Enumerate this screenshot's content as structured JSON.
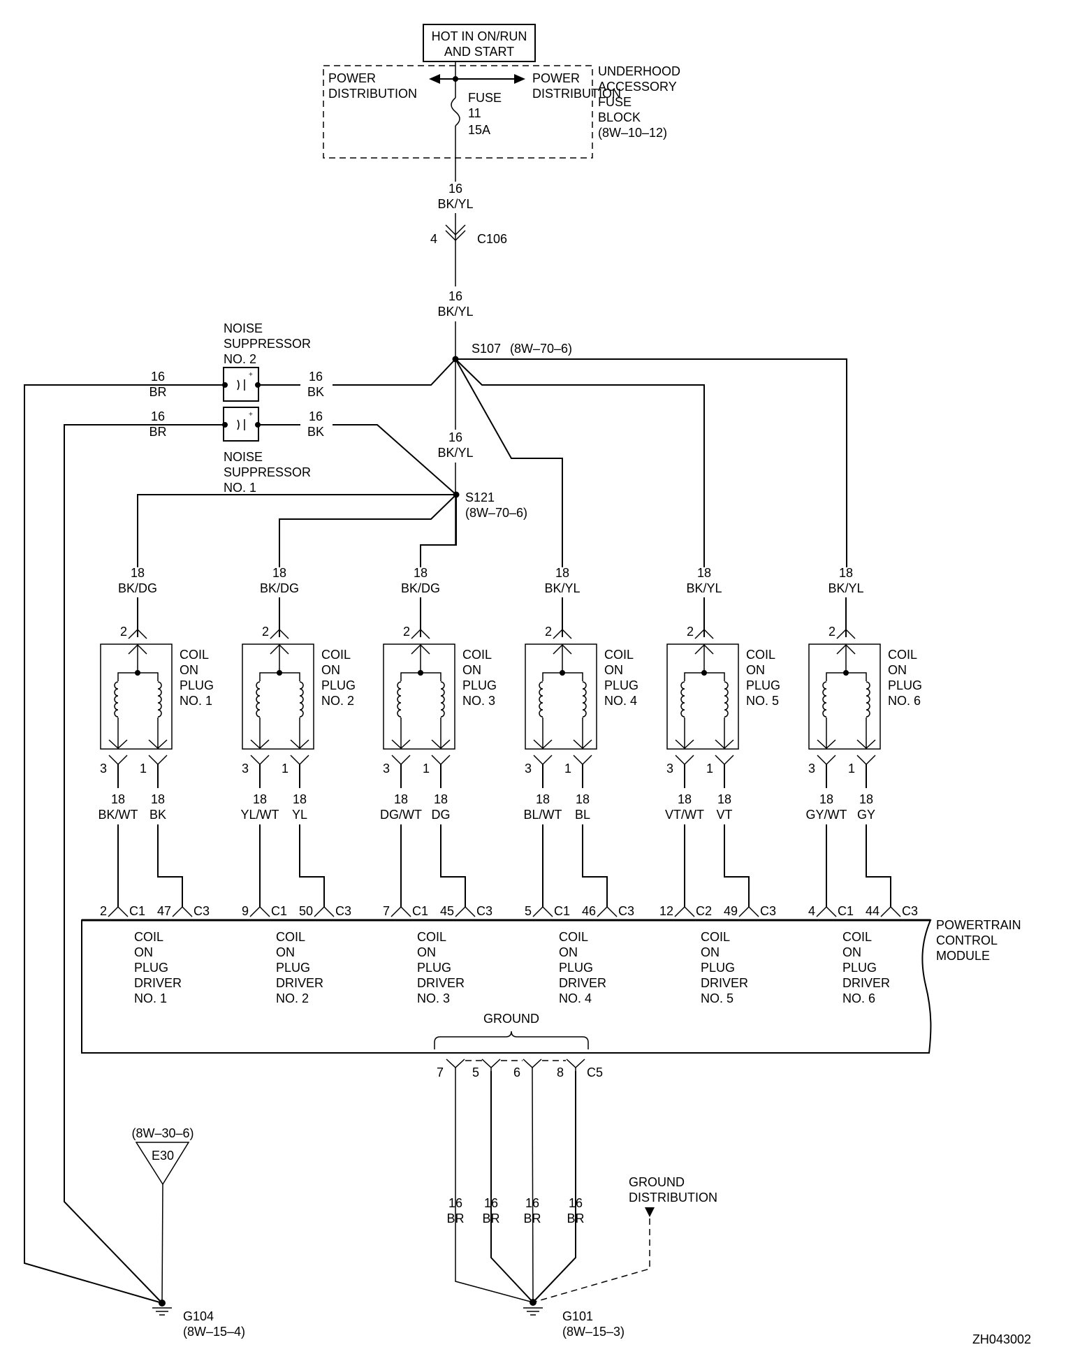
{
  "header": {
    "hot_label_line1": "HOT IN ON/RUN",
    "hot_label_line2": "AND START"
  },
  "fuse_block": {
    "left_label_1": "POWER",
    "left_label_2": "DISTRIBUTION",
    "right_label_1": "POWER",
    "right_label_2": "DISTRIBUTION",
    "fuse_label": "FUSE",
    "fuse_number": "11",
    "fuse_rating": "15A",
    "name_lines": [
      "UNDERHOOD",
      "ACCESSORY",
      "FUSE",
      "BLOCK",
      "(8W–10–12)"
    ]
  },
  "feed_wire_1": {
    "gauge": "16",
    "color": "BK/YL"
  },
  "connector_c106": {
    "pin": "4",
    "name": "C106"
  },
  "feed_wire_2": {
    "gauge": "16",
    "color": "BK/YL"
  },
  "splice_s107": {
    "name": "S107",
    "ref": "(8W–70–6)"
  },
  "splice_s121": {
    "name": "S121",
    "ref": "(8W–70–6)"
  },
  "s107_to_s121_wire": {
    "gauge": "16",
    "color": "BK/YL"
  },
  "noise_suppressors": [
    {
      "name_lines": [
        "NOISE",
        "SUPPRESSOR",
        "NO. 2"
      ],
      "left_gauge": "16",
      "left_color": "BR",
      "right_gauge": "16",
      "right_color": "BK"
    },
    {
      "name_lines": [
        "NOISE",
        "SUPPRESSOR",
        "NO. 1"
      ],
      "left_gauge": "16",
      "left_color": "BR",
      "right_gauge": "16",
      "right_color": "BK"
    }
  ],
  "coils": [
    {
      "name_lines": [
        "COIL",
        "ON",
        "PLUG",
        "NO. 1"
      ],
      "in_gauge": "18",
      "in_color": "BK/DG",
      "in_pin": "2",
      "out_a_pin": "3",
      "out_b_pin": "1",
      "out_a_gauge": "18",
      "out_a_color": "BK/WT",
      "out_b_gauge": "18",
      "out_b_color": "BK",
      "pcm_a_pin": "2",
      "pcm_a_conn": "C1",
      "pcm_b_pin": "47",
      "pcm_b_conn": "C3",
      "driver_lines": [
        "COIL",
        "ON",
        "PLUG",
        "DRIVER",
        "NO. 1"
      ]
    },
    {
      "name_lines": [
        "COIL",
        "ON",
        "PLUG",
        "NO. 2"
      ],
      "in_gauge": "18",
      "in_color": "BK/DG",
      "in_pin": "2",
      "out_a_pin": "3",
      "out_b_pin": "1",
      "out_a_gauge": "18",
      "out_a_color": "YL/WT",
      "out_b_gauge": "18",
      "out_b_color": "YL",
      "pcm_a_pin": "9",
      "pcm_a_conn": "C1",
      "pcm_b_pin": "50",
      "pcm_b_conn": "C3",
      "driver_lines": [
        "COIL",
        "ON",
        "PLUG",
        "DRIVER",
        "NO. 2"
      ]
    },
    {
      "name_lines": [
        "COIL",
        "ON",
        "PLUG",
        "NO. 3"
      ],
      "in_gauge": "18",
      "in_color": "BK/DG",
      "in_pin": "2",
      "out_a_pin": "3",
      "out_b_pin": "1",
      "out_a_gauge": "18",
      "out_a_color": "DG/WT",
      "out_b_gauge": "18",
      "out_b_color": "DG",
      "pcm_a_pin": "7",
      "pcm_a_conn": "C1",
      "pcm_b_pin": "45",
      "pcm_b_conn": "C3",
      "driver_lines": [
        "COIL",
        "ON",
        "PLUG",
        "DRIVER",
        "NO. 3"
      ]
    },
    {
      "name_lines": [
        "COIL",
        "ON",
        "PLUG",
        "NO. 4"
      ],
      "in_gauge": "18",
      "in_color": "BK/YL",
      "in_pin": "2",
      "out_a_pin": "3",
      "out_b_pin": "1",
      "out_a_gauge": "18",
      "out_a_color": "BL/WT",
      "out_b_gauge": "18",
      "out_b_color": "BL",
      "pcm_a_pin": "5",
      "pcm_a_conn": "C1",
      "pcm_b_pin": "46",
      "pcm_b_conn": "C3",
      "driver_lines": [
        "COIL",
        "ON",
        "PLUG",
        "DRIVER",
        "NO. 4"
      ]
    },
    {
      "name_lines": [
        "COIL",
        "ON",
        "PLUG",
        "NO. 5"
      ],
      "in_gauge": "18",
      "in_color": "BK/YL",
      "in_pin": "2",
      "out_a_pin": "3",
      "out_b_pin": "1",
      "out_a_gauge": "18",
      "out_a_color": "VT/WT",
      "out_b_gauge": "18",
      "out_b_color": "VT",
      "pcm_a_pin": "12",
      "pcm_a_conn": "C2",
      "pcm_b_pin": "49",
      "pcm_b_conn": "C3",
      "driver_lines": [
        "COIL",
        "ON",
        "PLUG",
        "DRIVER",
        "NO. 5"
      ]
    },
    {
      "name_lines": [
        "COIL",
        "ON",
        "PLUG",
        "NO. 6"
      ],
      "in_gauge": "18",
      "in_color": "BK/YL",
      "in_pin": "2",
      "out_a_pin": "3",
      "out_b_pin": "1",
      "out_a_gauge": "18",
      "out_a_color": "GY/WT",
      "out_b_gauge": "18",
      "out_b_color": "GY",
      "pcm_a_pin": "4",
      "pcm_a_conn": "C1",
      "pcm_b_pin": "44",
      "pcm_b_conn": "C3",
      "driver_lines": [
        "COIL",
        "ON",
        "PLUG",
        "DRIVER",
        "NO. 6"
      ]
    }
  ],
  "pcm": {
    "name_lines": [
      "POWERTRAIN",
      "CONTROL",
      "MODULE"
    ],
    "ground_label": "GROUND",
    "ground_pins": [
      "7",
      "5",
      "6",
      "8"
    ],
    "ground_connector": "C5"
  },
  "ground_wires": [
    {
      "gauge": "16",
      "color": "BR"
    },
    {
      "gauge": "16",
      "color": "BR"
    },
    {
      "gauge": "16",
      "color": "BR"
    },
    {
      "gauge": "16",
      "color": "BR"
    }
  ],
  "ground_distribution": {
    "line1": "GROUND",
    "line2": "DISTRIBUTION"
  },
  "eyelet_e30": {
    "ref": "(8W–30–6)",
    "name": "E30"
  },
  "ground_g104": {
    "name": "G104",
    "ref": "(8W–15–4)"
  },
  "ground_g101": {
    "name": "G101",
    "ref": "(8W–15–3)"
  },
  "figure_id": "ZH043002"
}
